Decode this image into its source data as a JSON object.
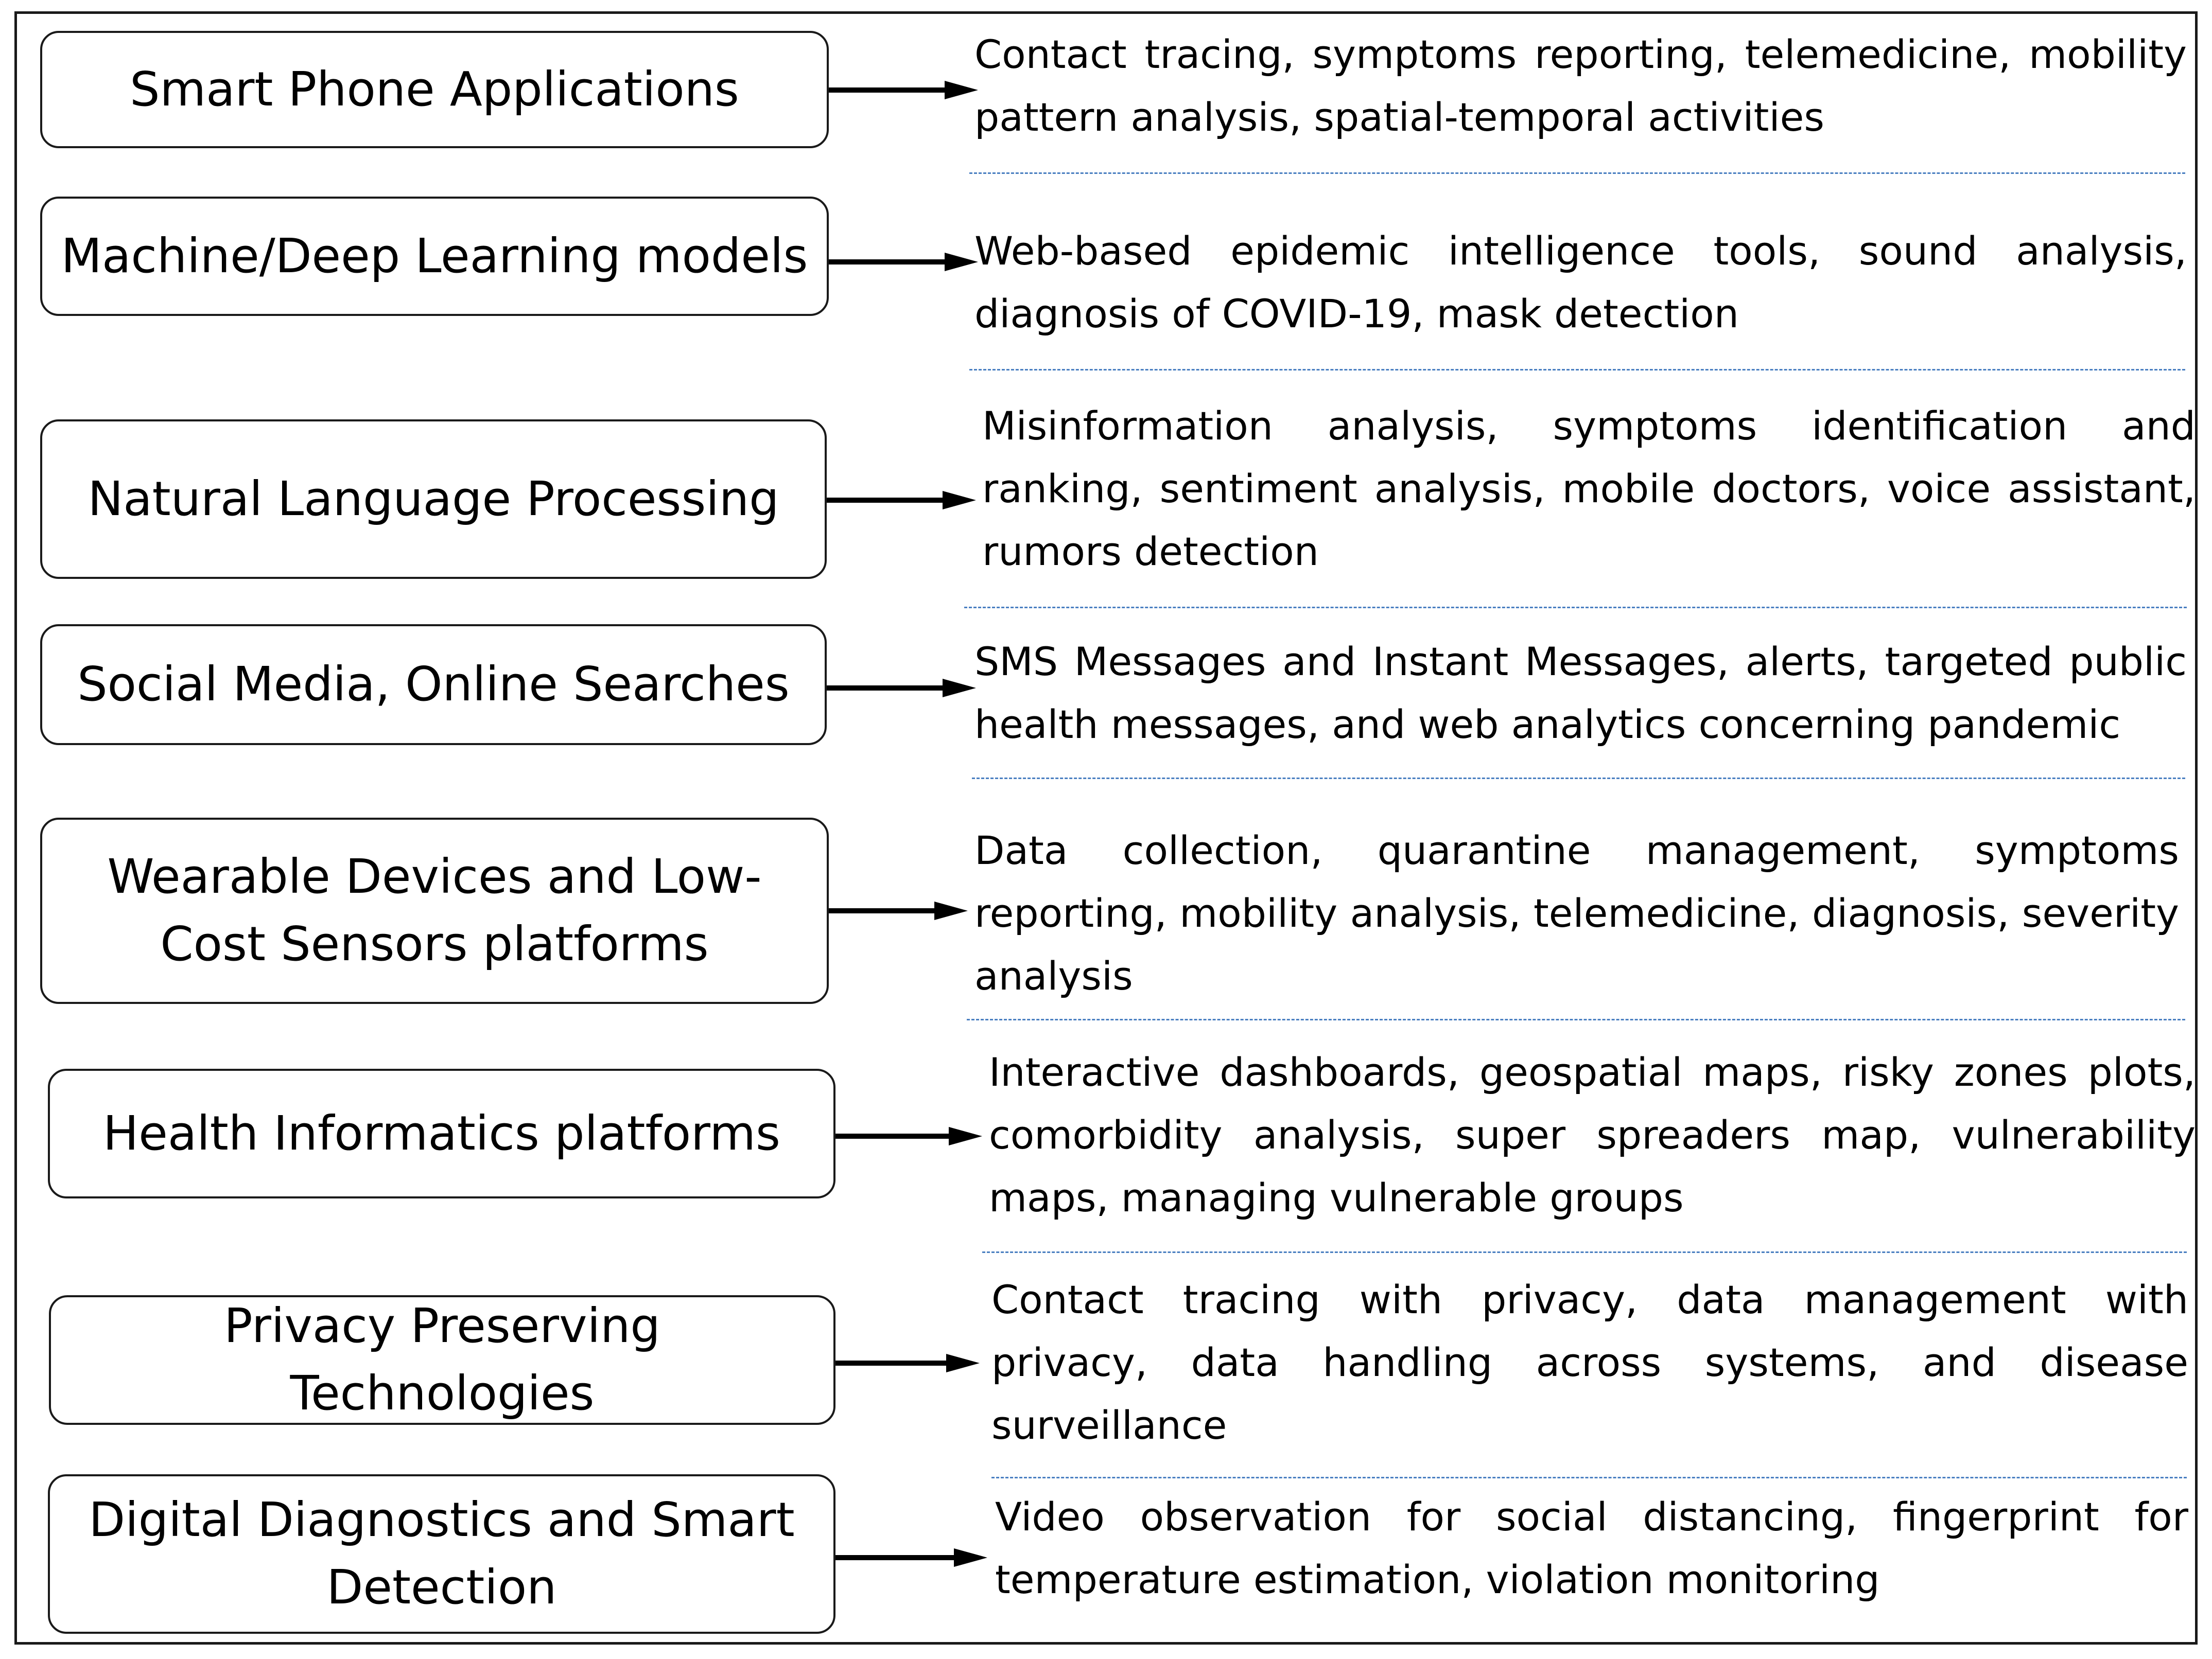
{
  "rows": [
    {
      "technology": "Smart Phone Applications",
      "applications": "Contact tracing, symptoms reporting, telemedicine, mobility pattern analysis, spatial-temporal activities"
    },
    {
      "technology": "Machine/Deep Learning models",
      "applications": "Web-based epidemic intelligence tools, sound analysis, diagnosis of COVID-19, mask detection"
    },
    {
      "technology": "Natural Language Processing",
      "applications": "Misinformation analysis, symptoms identification and ranking, sentiment analysis, mobile doctors, voice assistant, rumors detection"
    },
    {
      "technology": "Social Media, Online Searches",
      "applications": "SMS Messages and Instant Messages, alerts, targeted public health messages, and web analytics concerning pandemic"
    },
    {
      "technology": "Wearable Devices and Low-Cost Sensors platforms",
      "applications": "Data collection, quarantine management, symptoms reporting, mobility analysis, telemedicine, diagnosis, severity analysis"
    },
    {
      "technology": "Health Informatics platforms",
      "applications": "Interactive dashboards, geospatial maps, risky zones plots, comorbidity analysis, super spreaders map, vulnerability maps, managing vulnerable groups"
    },
    {
      "technology": "Privacy Preserving Technologies",
      "applications": "Contact tracing with privacy, data management with privacy, data handling across systems, and disease surveillance"
    },
    {
      "technology": "Digital Diagnostics and Smart Detection",
      "applications": "Video observation for social distancing, fingerprint for temperature estimation, violation monitoring"
    }
  ],
  "colors": {
    "border": "#1a1a1a",
    "separator": "#4a7fc1",
    "text": "#000000"
  }
}
